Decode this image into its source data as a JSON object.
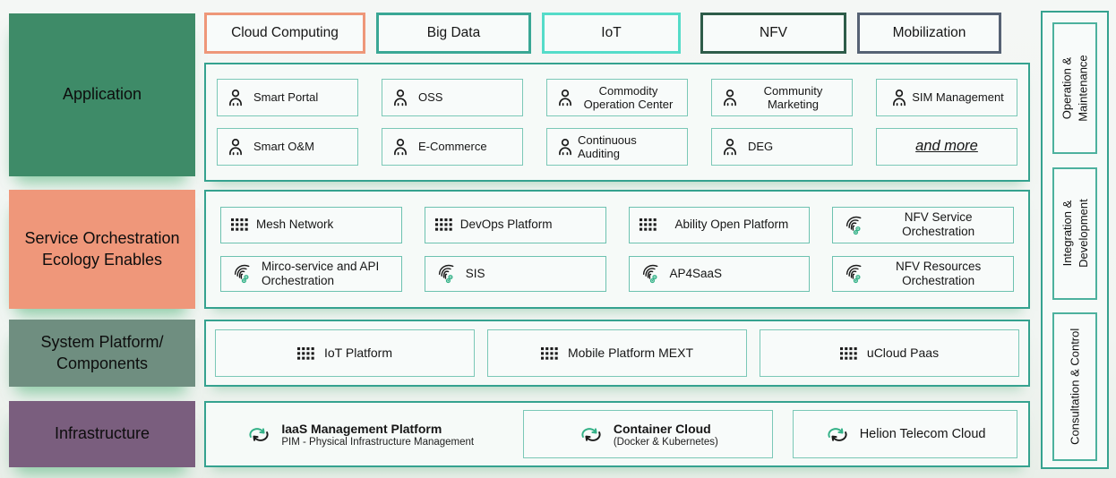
{
  "left_layers": [
    {
      "label": "Application",
      "color": "#3e8b68"
    },
    {
      "label": "Service Orchestration Ecology Enables",
      "color": "#ef977a"
    },
    {
      "label": "System Platform/ Components",
      "color": "#6f8e80"
    },
    {
      "label": "Infrastructure",
      "color": "#7a5e7e"
    }
  ],
  "tabs": [
    {
      "label": "Cloud Computing",
      "border": "#ee9779"
    },
    {
      "label": "Big Data",
      "border": "#3aa795"
    },
    {
      "label": "IoT",
      "border": "#55dcc9"
    },
    {
      "label": "NFV",
      "border": "#2e5c49"
    },
    {
      "label": "Mobilization",
      "border": "#566274"
    }
  ],
  "application": {
    "items": [
      {
        "label": "Smart Portal"
      },
      {
        "label": "OSS"
      },
      {
        "label": "Commodity Operation Center"
      },
      {
        "label": "Community Marketing"
      },
      {
        "label": "SIM Management"
      },
      {
        "label": "Smart O&M"
      },
      {
        "label": "E-Commerce"
      },
      {
        "label": "Continuous Auditing"
      },
      {
        "label": "DEG"
      },
      {
        "label": "and more"
      }
    ]
  },
  "service": {
    "items": [
      {
        "label": "Mesh Network",
        "icon": "grid"
      },
      {
        "label": "DevOps Platform",
        "icon": "grid"
      },
      {
        "label": "Ability Open Platform",
        "icon": "grid"
      },
      {
        "label": "NFV Service Orchestration",
        "icon": "orchestration"
      },
      {
        "label": "Mirco-service and API Orchestration",
        "icon": "orchestration"
      },
      {
        "label": "SIS",
        "icon": "orchestration"
      },
      {
        "label": "AP4SaaS",
        "icon": "orchestration"
      },
      {
        "label": "NFV Resources Orchestration",
        "icon": "orchestration"
      }
    ]
  },
  "platform": {
    "items": [
      {
        "label": "IoT Platform"
      },
      {
        "label": "Mobile Platform MEXT"
      },
      {
        "label": "uCloud Paas"
      }
    ]
  },
  "infrastructure": {
    "items": [
      {
        "title": "IaaS Management Platform",
        "subtitle": "PIM - Physical Infrastructure Management"
      },
      {
        "title": "Container Cloud",
        "subtitle": "(Docker & Kubernetes)"
      },
      {
        "title": "Helion Telecom Cloud"
      }
    ]
  },
  "sidebar": {
    "items": [
      {
        "line1": "Operation &",
        "line2": "Maintenance"
      },
      {
        "line1": "Integration &",
        "line2": "Development"
      },
      {
        "line1": "Consultation & Control"
      }
    ]
  },
  "colors": {
    "container_border": "#35a28f",
    "item_border": "#7bc8b7",
    "icon_green": "#33b187",
    "icon_dark": "#1c1c1c"
  }
}
